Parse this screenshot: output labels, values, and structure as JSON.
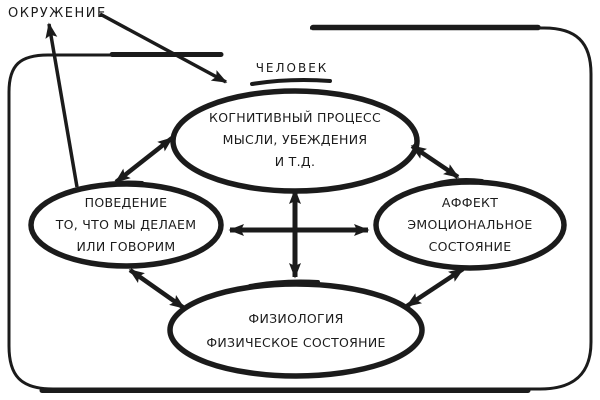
{
  "diagram": {
    "environment_label": "ОКРУЖЕНИЕ",
    "person_label": "ЧЕЛОВЕК",
    "nodes": {
      "cognitive": {
        "lines": [
          "КОГНИТИВНЫЙ ПРОЦЕСС",
          "МЫСЛИ, УБЕЖДЕНИЯ",
          "И Т.Д."
        ]
      },
      "behavior": {
        "lines": [
          "ПОВЕДЕНИЕ",
          "ТО, ЧТО МЫ ДЕЛАЕМ",
          "ИЛИ ГОВОРИМ"
        ]
      },
      "affect": {
        "lines": [
          "АФФЕКТ",
          "ЭМОЦИОНАЛЬНОЕ",
          "СОСТОЯНИЕ"
        ]
      },
      "physiology": {
        "lines": [
          "ФИЗИОЛОГИЯ",
          "ФИЗИЧЕСКОЕ СОСТОЯНИЕ"
        ]
      }
    },
    "edges": [
      {
        "from": "behavior",
        "to": "cognitive",
        "bidirectional": true
      },
      {
        "from": "cognitive",
        "to": "affect",
        "bidirectional": true
      },
      {
        "from": "behavior",
        "to": "affect",
        "bidirectional": true
      },
      {
        "from": "cognitive",
        "to": "physiology",
        "bidirectional": true
      },
      {
        "from": "behavior",
        "to": "physiology",
        "bidirectional": true
      },
      {
        "from": "affect",
        "to": "physiology",
        "bidirectional": true
      },
      {
        "from": "environment",
        "to": "person",
        "bidirectional": false
      },
      {
        "from": "behavior",
        "to": "environment",
        "bidirectional": false
      }
    ],
    "colors": {
      "ink": "#1b1b1b",
      "background": "#ffffff"
    }
  }
}
